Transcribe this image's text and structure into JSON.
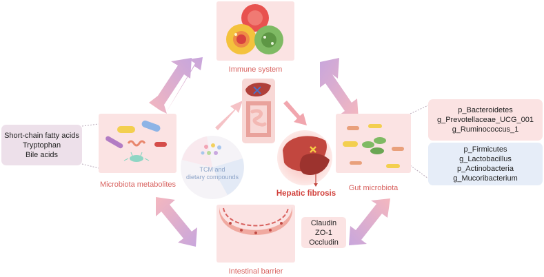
{
  "nodes": {
    "immune": "Immune system",
    "metabolites": "Microbiota metabolites",
    "gut": "Gut microbiota",
    "barrier": "Intestinal barrier",
    "fibrosis": "Hepatic fibrosis",
    "tcm_line1": "TCM and",
    "tcm_line2": "dietary compounds"
  },
  "metabolite_box": [
    "Short-chain fatty acids",
    "Tryptophan",
    "Bile acids"
  ],
  "gut_box_pink": [
    "p_Bacteroidetes",
    "g_Prevotellaceae_UCG_001",
    "g_Ruminococcus_1"
  ],
  "gut_box_blue": [
    "p_Firmicutes",
    "g_Lactobacillus",
    "p_Actinobacteria",
    "g_Mucoribacterium"
  ],
  "barrier_box": [
    "Claudin",
    "ZO-1",
    "Occludin"
  ],
  "colors": {
    "label_red": "#d8625f",
    "pink_panel": "#fbe6e6",
    "metabolite_box": "#ede0ea",
    "blue_box": "#e6edf8",
    "arrow_pink": "#f4b7bf",
    "arrow_purple": "#c8a6dc"
  },
  "icons": [
    "immune-cells-icon",
    "liver-icon",
    "intestine-icon",
    "bacteria-icon",
    "intestinal-villi-icon",
    "compounds-icon"
  ]
}
